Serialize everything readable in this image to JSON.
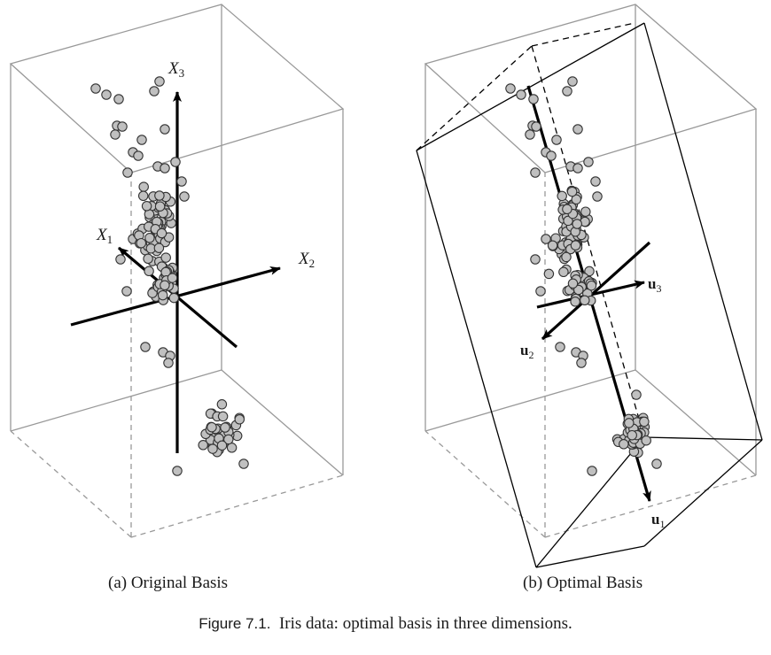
{
  "figure": {
    "caption_number": "Figure 7.1.",
    "caption_text": "Iris data: optimal basis in three dimensions.",
    "panel_a_caption": "(a) Original Basis",
    "panel_b_caption": "(b) Optimal Basis"
  },
  "panel_a": {
    "axes": [
      {
        "letter": "X",
        "sub": "1"
      },
      {
        "letter": "X",
        "sub": "2"
      },
      {
        "letter": "X",
        "sub": "3"
      }
    ]
  },
  "panel_b": {
    "vectors": [
      {
        "letter": "u",
        "sub": "1"
      },
      {
        "letter": "u",
        "sub": "2"
      },
      {
        "letter": "u",
        "sub": "3"
      }
    ]
  },
  "colors": {
    "point_fill": "#c0c0c0",
    "point_stroke": "#333333",
    "box_line": "#999999",
    "axis": "#000000"
  }
}
